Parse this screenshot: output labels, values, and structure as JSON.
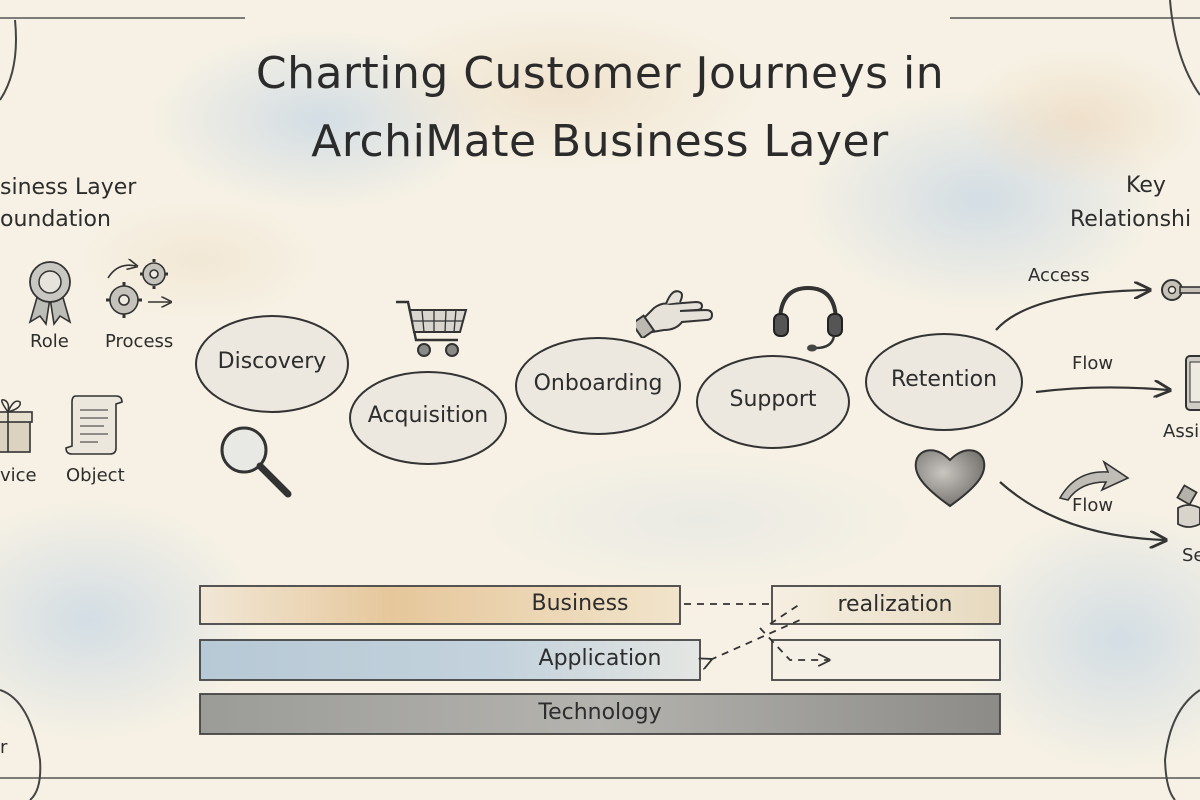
{
  "title": {
    "line1": "Charting Customer Journeys in",
    "line2": "ArchiMate Business Layer"
  },
  "foundation": {
    "heading_line1": "siness Layer",
    "heading_line2": "oundation",
    "items": [
      {
        "label": "Role",
        "icon": "award-ribbon-icon"
      },
      {
        "label": "Process",
        "icon": "gears-icon"
      },
      {
        "label": "vice",
        "icon": "gift-box-icon"
      },
      {
        "label": "Object",
        "icon": "document-scroll-icon"
      }
    ]
  },
  "journey": {
    "stages": [
      {
        "label": "Discovery",
        "icon": "magnifier-icon"
      },
      {
        "label": "Acquisition",
        "icon": "shopping-cart-icon"
      },
      {
        "label": "Onboarding",
        "icon": "helping-hand-icon"
      },
      {
        "label": "Support",
        "icon": "headset-icon"
      },
      {
        "label": "Retention",
        "icon": "heart-icon"
      }
    ]
  },
  "relationships": {
    "heading_line1": "Key",
    "heading_line2": "Relationshi",
    "items": [
      {
        "label": "Access",
        "target_icon": "key-icon",
        "target_label": ""
      },
      {
        "label": "Flow",
        "target_icon": "tablet-icon",
        "target_label": "Assi"
      },
      {
        "label": "Flow",
        "target_icon": "handshake-icon",
        "target_label": "Se"
      }
    ]
  },
  "layers": {
    "items": [
      "Business",
      "Application",
      "Technology"
    ],
    "realization_label": "realization",
    "colors": {
      "business": "#e8c99a",
      "application": "#a9c3d4",
      "technology": "#8f8f8f"
    }
  },
  "corner_fragments": {
    "bottom_left": "r"
  }
}
